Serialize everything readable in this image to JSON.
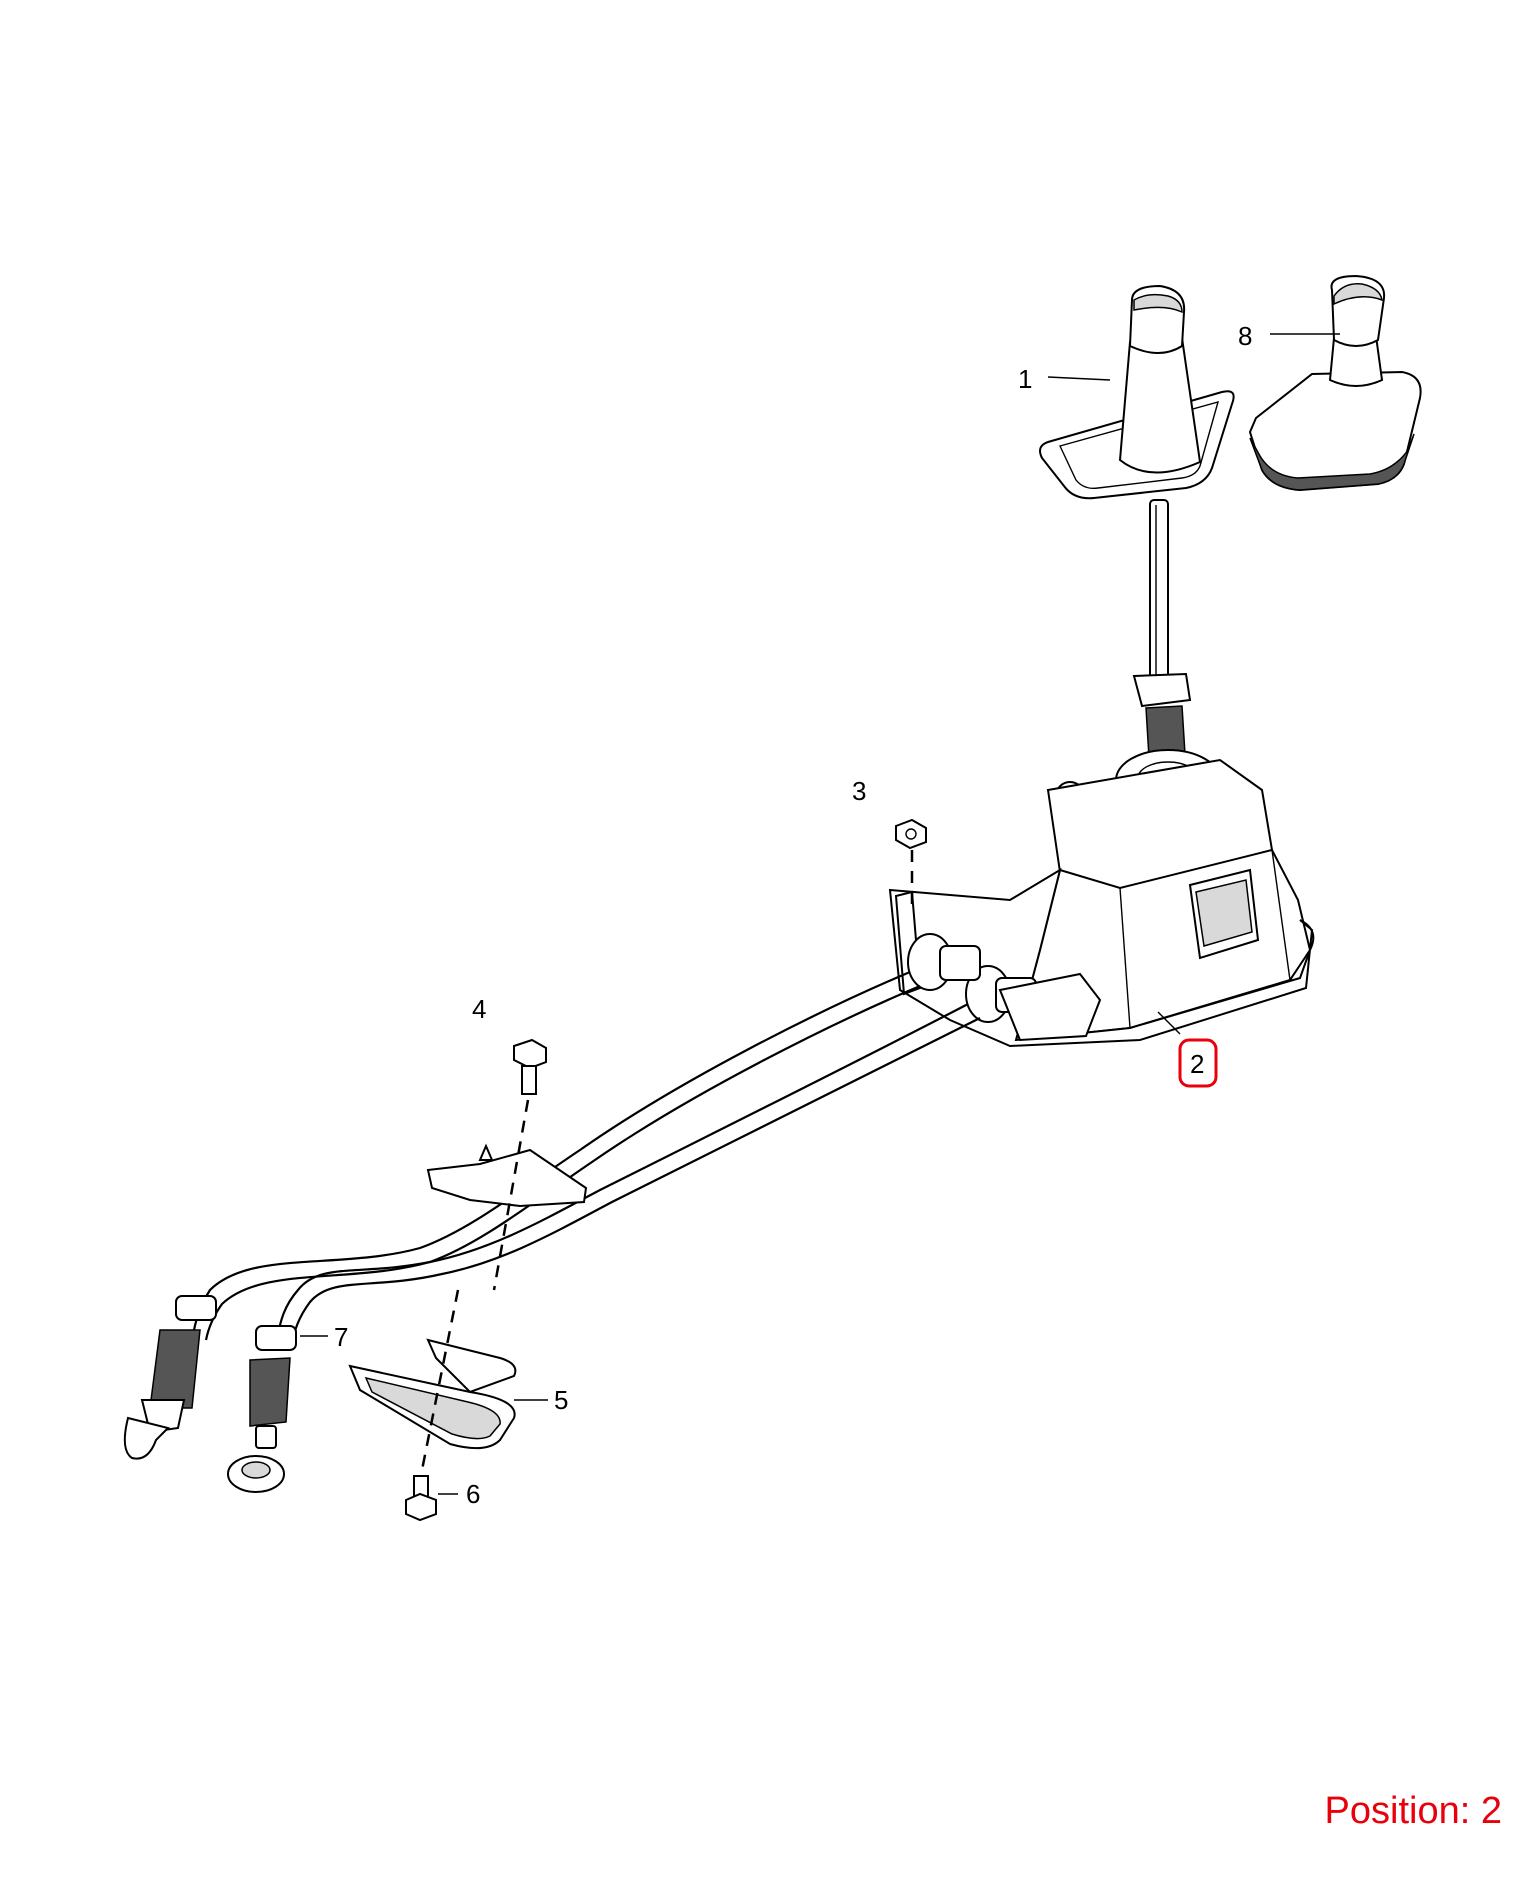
{
  "callouts": {
    "c1": "1",
    "c2": "2",
    "c3": "3",
    "c4": "4",
    "c5": "5",
    "c6": "6",
    "c7": "7",
    "c8": "8"
  },
  "highlighted_callout": "2",
  "position_label": "Position: 2",
  "colors": {
    "highlight": "#e8000b",
    "line": "#000000"
  }
}
